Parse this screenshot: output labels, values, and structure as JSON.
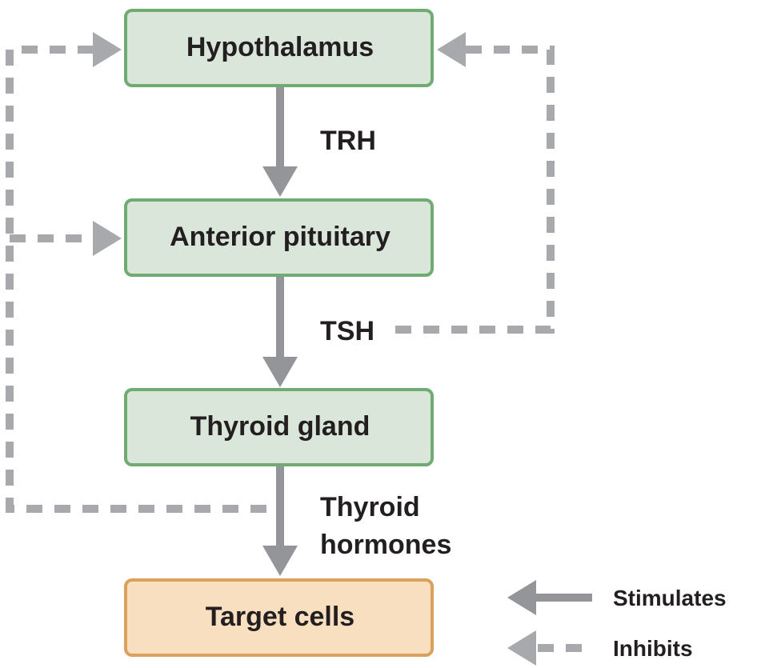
{
  "nodes": {
    "hypothalamus": "Hypothalamus",
    "anterior_pituitary": "Anterior pituitary",
    "thyroid_gland": "Thyroid gland",
    "target_cells": "Target cells"
  },
  "edges": {
    "trh": "TRH",
    "tsh": "TSH",
    "thyroid_hormones_line1": "Thyroid",
    "thyroid_hormones_line2": "hormones"
  },
  "legend": {
    "stimulates": "Stimulates",
    "inhibits": "Inhibits"
  },
  "colors": {
    "organ_box_fill": "#d9e6d9",
    "organ_box_stroke": "#6fab73",
    "target_box_fill": "#f8dfc0",
    "target_box_stroke": "#d9a15c",
    "stimulate_arrow": "#939598",
    "inhibit_arrow": "#a7a9ac"
  }
}
